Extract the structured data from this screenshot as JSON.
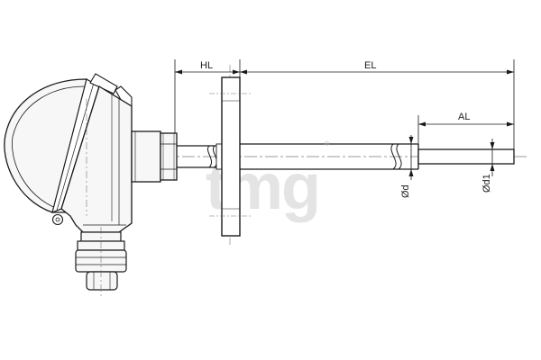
{
  "dimensions": {
    "hl": "HL",
    "el": "EL",
    "al": "AL",
    "d": "Ød",
    "d1": "Ød1"
  },
  "watermark": {
    "text": "tmg",
    "color": "#c9c9c9"
  },
  "colors": {
    "line": "#1a1a1a",
    "housing_fill": "#f7f7f7",
    "centerline": "#777777"
  }
}
